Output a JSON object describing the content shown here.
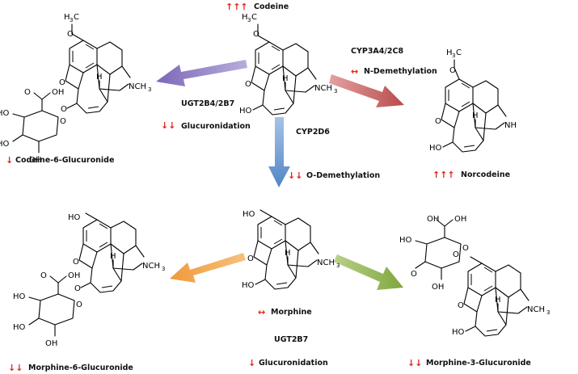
{
  "colors": {
    "indicator": "#e1251b",
    "arrow_purple": "#8a78c4",
    "arrow_red": "#c45a5a",
    "arrow_blue": "#5a8cc8",
    "arrow_orange": "#f3a24a",
    "arrow_green": "#8fb34f"
  },
  "nodes": {
    "codeine": {
      "label": "Codeine",
      "indicator": "↑↑↑"
    },
    "codeine6g": {
      "label": "Codeine-6-Glucuronide",
      "indicator": "↓"
    },
    "norcodeine": {
      "label": "Norcodeine",
      "indicator": "↑↑↑"
    },
    "morphine": {
      "label": "Morphine",
      "indicator": "↔"
    },
    "morphine6g": {
      "label": "Morphine-6-Glucuronide",
      "indicator": "↓↓"
    },
    "morphine3g": {
      "label": "Morphine-3-Glucuronide",
      "indicator": "↓↓"
    }
  },
  "edges": {
    "ugt_codeine": {
      "enzyme": "UGT2B4/2B7",
      "reaction": "Glucuronidation",
      "indicator": "↓↓"
    },
    "cyp3a4": {
      "enzyme": "CYP3A4/2C8",
      "reaction": "N-Demethylation",
      "indicator": "↔"
    },
    "cyp2d6": {
      "enzyme": "CYP2D6",
      "reaction": "O-Demethylation",
      "indicator": "↓↓"
    },
    "ugt_morphine": {
      "enzyme": "UGT2B7",
      "reaction": "Glucuronidation",
      "indicator": "↓"
    }
  },
  "atoms": {
    "h3c": "H",
    "h3c_sub": "3",
    "h3c_c": "C",
    "o": "O",
    "h": "H",
    "nch": "NCH",
    "three": "3",
    "nh": "NH",
    "ho": "HO",
    "oh": "OH"
  }
}
